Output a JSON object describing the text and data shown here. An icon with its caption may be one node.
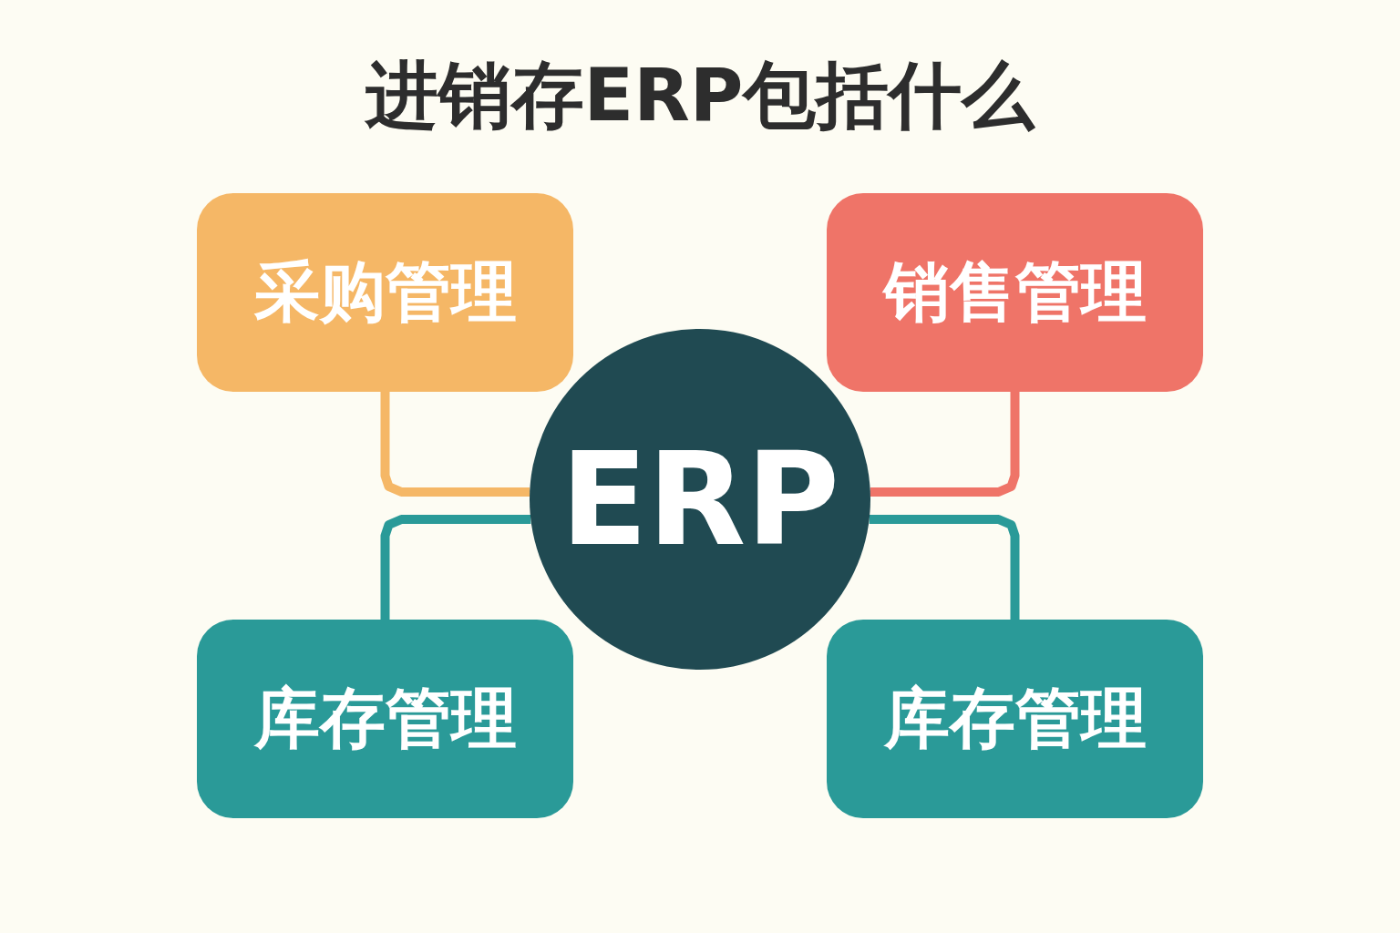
{
  "diagram": {
    "title": "进销存ERP包括什么",
    "nodes": [
      {
        "text": [
          "采购管理"
        ]
      },
      {
        "text": [
          "销售管理"
        ]
      },
      {
        "text": [
          "ERP"
        ]
      },
      {
        "text": [
          "库存管理"
        ]
      },
      {
        "text": [
          "库存管理"
        ]
      }
    ],
    "edges": [
      {
        "from": 0,
        "to": 2,
        "arrow": "none",
        "color": "#f5b766"
      },
      {
        "from": 1,
        "to": 2,
        "arrow": "none",
        "color": "#ef7468"
      },
      {
        "from": 3,
        "to": 2,
        "arrow": "none",
        "color": "#2a9a98"
      },
      {
        "from": 4,
        "to": 2,
        "arrow": "none",
        "color": "#2a9a98"
      }
    ]
  }
}
